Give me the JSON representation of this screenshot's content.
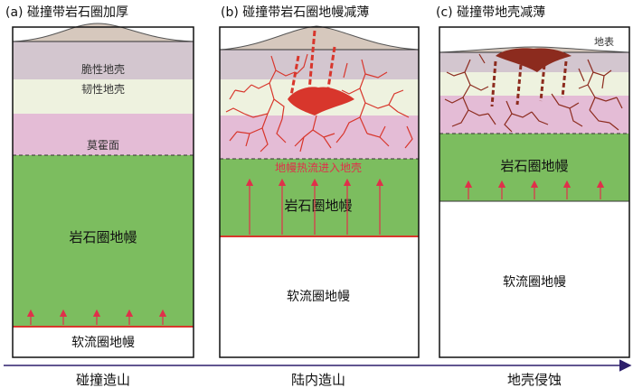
{
  "panels": {
    "a": {
      "title": "(a) 碰撞带岩石圈加厚",
      "layers": {
        "brittle_crust": "脆性地壳",
        "ductile_crust": "韧性地壳",
        "moho": "莫霍面",
        "lithospheric_mantle": "岩石圈地幔",
        "asthenospheric_mantle": "软流圈地幔"
      },
      "stage": "碰撞造山"
    },
    "b": {
      "title": "(b) 碰撞带岩石圈地幔减薄",
      "layers": {
        "heat_flow": "地幔热流进入地壳",
        "lithospheric_mantle": "岩石圈地幔",
        "asthenospheric_mantle": "软流圈地幔"
      },
      "stage": "陆内造山"
    },
    "c": {
      "title": "(c) 碰撞带地壳减薄",
      "layers": {
        "surface": "地表",
        "lithospheric_mantle": "岩石圈地幔",
        "asthenospheric_mantle": "软流圈地幔"
      },
      "stage": "地壳侵蚀"
    }
  },
  "colors": {
    "brittle_crust": "#d3c6cf",
    "ductile_crust": "#eef2df",
    "lower_crust": "#e4bcd6",
    "lithospheric_mantle": "#7cbd5f",
    "mountain": "#d6c8bd",
    "magma": "#d8362c",
    "dikes_b": "#d8362c",
    "dikes_c": "#8c2b1e",
    "heat_arrows": "#e0304a",
    "heat_flow_text": "#e0304a",
    "timeline": "#2d1f6b"
  }
}
